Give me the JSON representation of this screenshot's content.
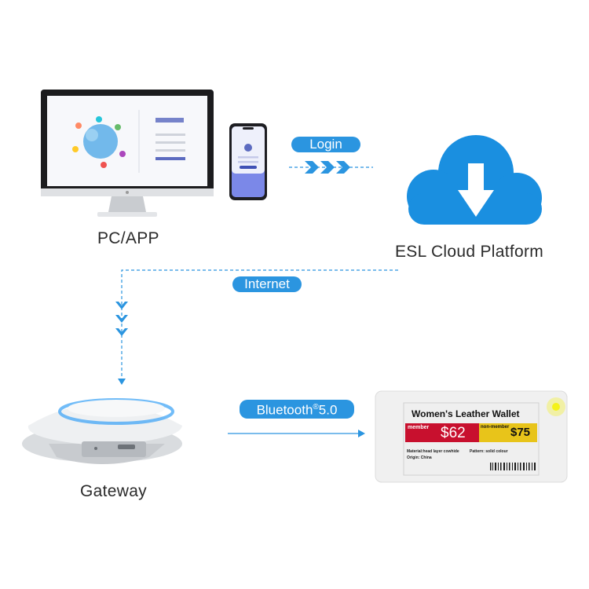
{
  "nodes": {
    "pc_app": "PC/APP",
    "cloud": "ESL Cloud Platform",
    "gateway": "Gateway"
  },
  "connections": {
    "login": "Login",
    "internet": "Internet",
    "bluetooth_prefix": "Bluetooth",
    "bluetooth_mark": "®",
    "bluetooth_version": "5.0"
  },
  "esl_label": {
    "product": "Women's Leather Wallet",
    "member_tag": "member",
    "member_price": "$62",
    "nonmember_tag": "non-member",
    "nonmember_price": "$75",
    "material": "Material:head layer cowhide",
    "pattern": "Pattern: solid colour",
    "origin": "Origin: China"
  },
  "colors": {
    "accent": "#2b95e0",
    "cloud": "#1a8fe0",
    "label_red": "#c8102e",
    "label_yellow": "#e8c41a",
    "led": "#f4f21a"
  }
}
